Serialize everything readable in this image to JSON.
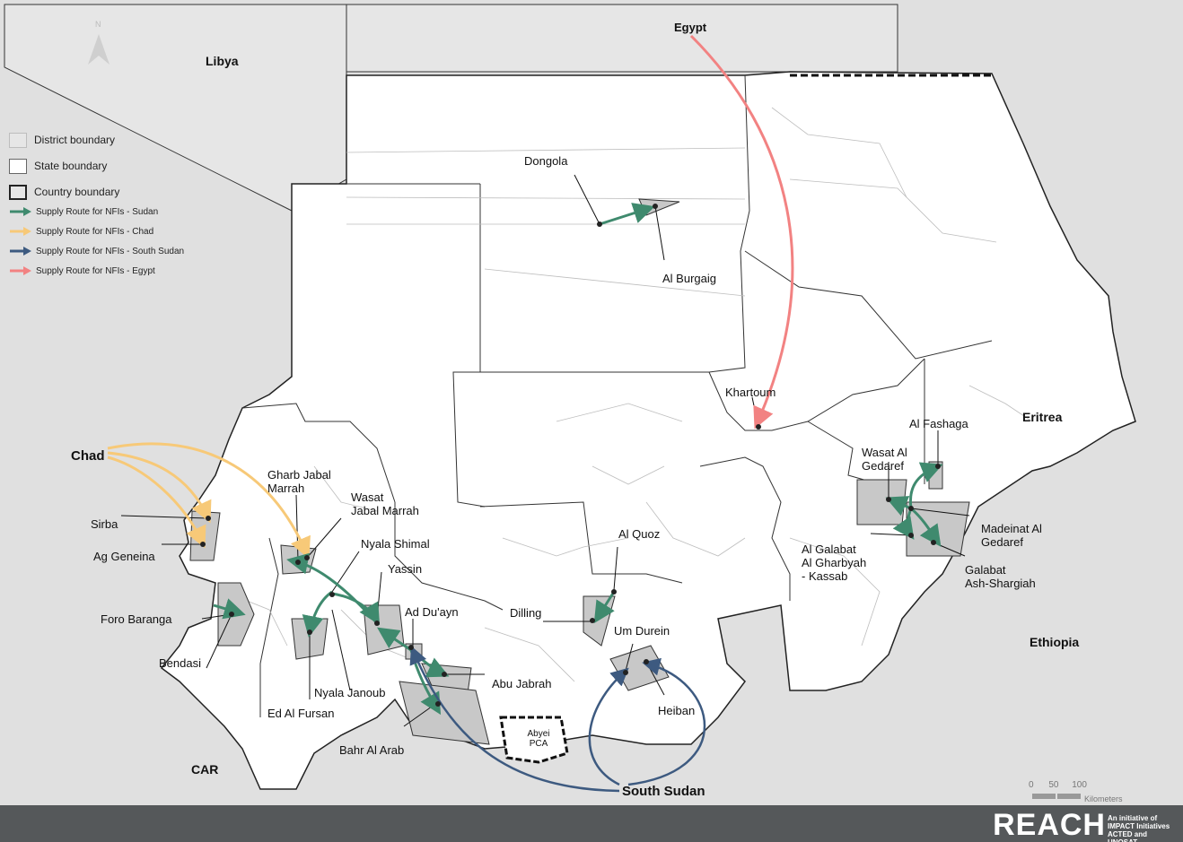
{
  "countries": {
    "libya": "Libya",
    "egypt": "Egypt",
    "chad": "Chad",
    "eritrea": "Eritrea",
    "ethiopia": "Ethiopia",
    "car": "CAR",
    "south_sudan": "South Sudan",
    "abyei_line1": "Abyei",
    "abyei_line2": "PCA"
  },
  "legend": {
    "district": "District boundary",
    "state": "State boundary",
    "country": "Country boundary",
    "route_sudan": "Supply Route for NFIs - Sudan",
    "route_chad": "Supply Route for NFIs - Chad",
    "route_south_sudan": "Supply Route for NFIs - South Sudan",
    "route_egypt": "Supply Route for NFIs - Egypt"
  },
  "places": {
    "dongola": "Dongola",
    "al_burgaig": "Al Burgaig",
    "khartoum": "Khartoum",
    "al_fashaga": "Al Fashaga",
    "wasat_al_gedaref_1": "Wasat Al",
    "wasat_al_gedaref_2": "Gedaref",
    "madeinat_1": "Madeinat Al",
    "madeinat_2": "Gedaref",
    "galabat_ash_1": "Galabat",
    "galabat_ash_2": "Ash-Shargiah",
    "al_galabat_1": "Al Galabat",
    "al_galabat_2": "Al Gharbyah",
    "al_galabat_3": "- Kassab",
    "sirba": "Sirba",
    "ag_geneina": "Ag Geneina",
    "foro_baranga": "Foro Baranga",
    "bendasi": "Bendasi",
    "gharb_1": "Gharb Jabal",
    "gharb_2": "Marrah",
    "wasat_jm_1": "Wasat",
    "wasat_jm_2": "Jabal Marrah",
    "nyala_shimal": "Nyala Shimal",
    "yassin": "Yassin",
    "ad_duayn": "Ad Du'ayn",
    "nyala_janoub": "Nyala Janoub",
    "ed_al_fursan": "Ed Al Fursan",
    "abu_jabrah": "Abu Jabrah",
    "bahr_al_arab": "Bahr Al Arab",
    "al_quoz": "Al Quoz",
    "dilling": "Dilling",
    "um_durein": "Um Durein",
    "heiban": "Heiban"
  },
  "scale": {
    "ticks": [
      "0",
      "50",
      "100"
    ],
    "unit": "Kilometers"
  },
  "north_arrow": "N",
  "brand": {
    "name": "REACH",
    "tagline_1": "An initiative of",
    "tagline_2": "IMPACT Initiatives",
    "tagline_3": "ACTED and UNOSAT"
  },
  "colors": {
    "route_sudan": "#3f8a6e",
    "route_chad": "#f7c978",
    "route_south_sudan": "#3d5a80",
    "route_egypt": "#f28282",
    "neighbor_fill": "#e0e0e0",
    "sudan_fill": "#ffffff",
    "highlight_fill": "#c8c8c8",
    "footer": "#55585a"
  }
}
